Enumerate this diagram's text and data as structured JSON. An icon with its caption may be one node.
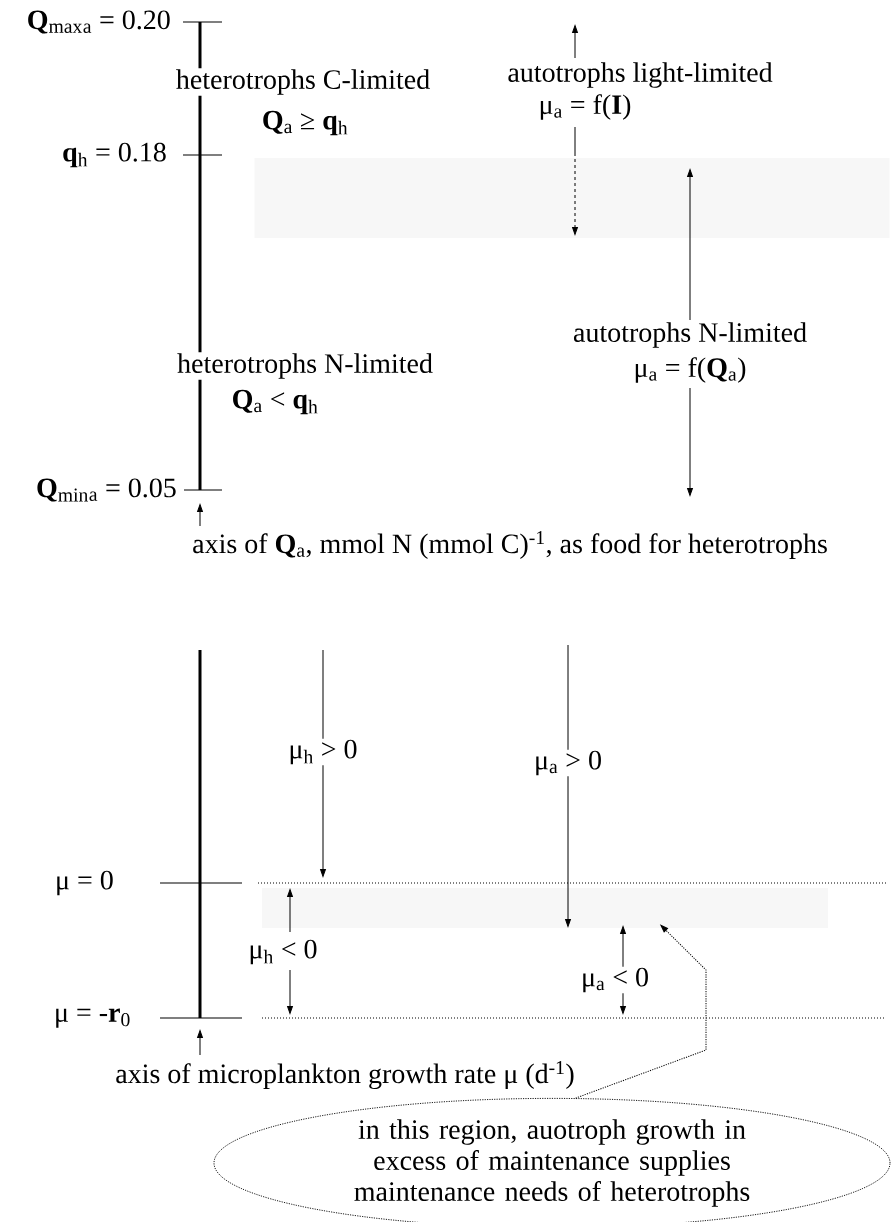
{
  "diagram": {
    "nodes": [
      {
        "text": [],
        "shape": "box"
      },
      {
        "text": [],
        "shape": "box"
      },
      {
        "text": [
          "in this region, auotroph growth in excess of maintenance supplies maintenance needs of heterotrophs"
        ]
      }
    ],
    "edges": [
      {
        "from": 2,
        "to": 1,
        "arrow": "to",
        "style": "dashed"
      }
    ],
    "labels": [
      "**Q**$_{max}$$_{a}$ = 0.20",
      "heterotrophs C-limited",
      "autotrophs light-limited",
      "μ$_{a}$ = f(**I**)",
      "**Q**$_{a}$ ≥ **q**$_{h}$",
      "**q**$_{h}$ = 0.18",
      "autotrophs N-limited",
      "μ$_{a}$ = f(**Q**$_{a}$)",
      "heterotrophs N-limited",
      "**Q**$_{a}$ < **q**$_{h}$",
      "**Q**$_{min}$$_{a}$ = 0.05",
      "axis of **Q**$_{a}$, mmol N (mmol C)$^{-1}$, as food for heterotrophs",
      "μ$_{h}$ > 0",
      "μ$_{a}$ > 0",
      "μ = 0",
      "μ$_{h}$ < 0",
      "μ$_{a}$ < 0",
      "μ = -**r**$_{0}$",
      "axis of microplankton growth rate μ (d$^{-1}$)"
    ]
  }
}
